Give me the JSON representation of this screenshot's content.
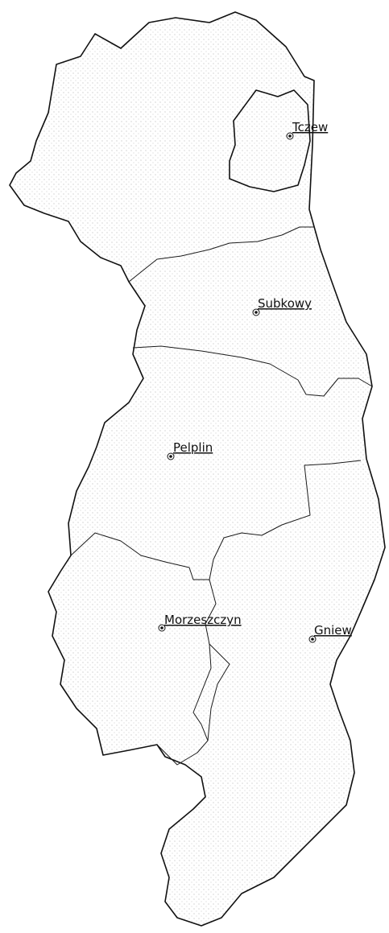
{
  "towns": [
    {
      "key": "tczew",
      "name": "Tczew"
    },
    {
      "key": "subkowy",
      "name": "Subkowy"
    },
    {
      "key": "pelplin",
      "name": "Pelplin"
    },
    {
      "key": "morzeszczyn",
      "name": "Morzeszczyn"
    },
    {
      "key": "gniew",
      "name": "Gniew"
    }
  ],
  "colors": {
    "outline": "#111111",
    "stipple": "#9a9a9a",
    "background": "#ffffff"
  }
}
